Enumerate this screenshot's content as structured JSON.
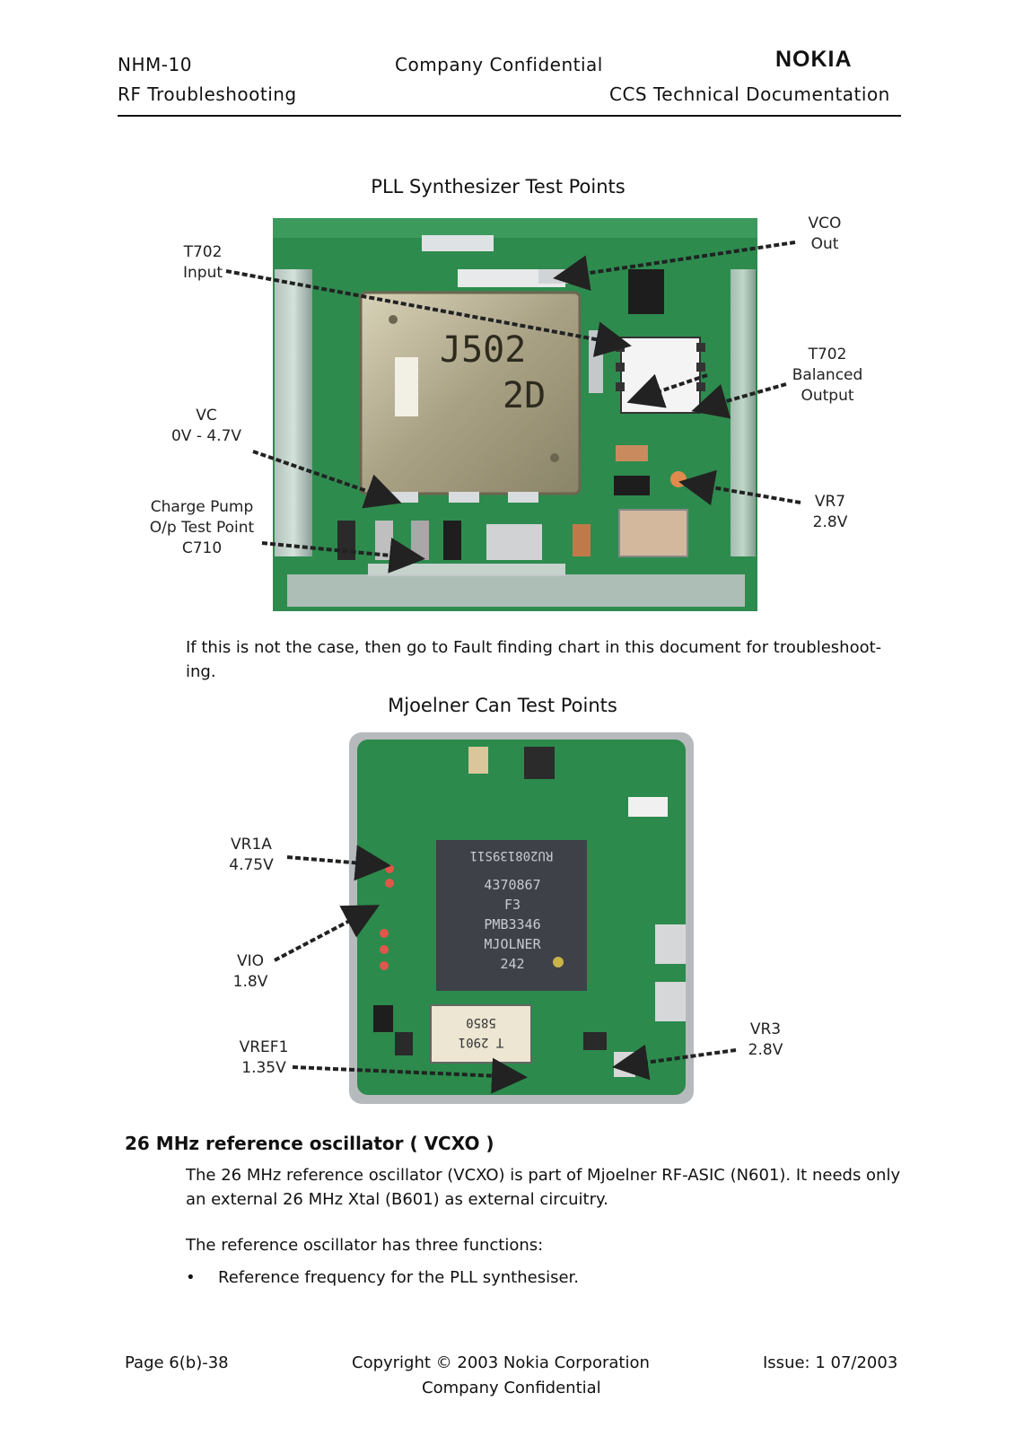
{
  "header": {
    "model": "NHM-10",
    "confidential": "Company Confidential",
    "brand": "NOKIA",
    "section": "RF Troubleshooting",
    "doc_type": "CCS Technical Documentation"
  },
  "figure1": {
    "title": "PLL Synthesizer Test Points",
    "labels": {
      "t702_input": [
        "T702",
        "Input"
      ],
      "vco_out": [
        "VCO",
        "Out"
      ],
      "t702_balanced": [
        "T702",
        "Balanced",
        "Output"
      ],
      "vc": [
        "VC",
        "0V - 4.7V"
      ],
      "charge_pump": [
        "Charge Pump",
        "O/p Test Point",
        "C710"
      ],
      "vr7": [
        "VR7",
        "2.8V"
      ]
    },
    "chip_marking": [
      "J502",
      "2D"
    ]
  },
  "note": "If this is not the case, then go to Fault finding chart in this document for troubleshoot-ing.",
  "figure2": {
    "title": "Mjoelner Can Test Points",
    "labels": {
      "vr1a": [
        "VR1A",
        "4.75V"
      ],
      "vio": [
        "VIO",
        "1.8V"
      ],
      "vref1": [
        "VREF1",
        "1.35V"
      ],
      "vr3": [
        "VR3",
        "2.8V"
      ]
    },
    "chip_marking": [
      "RU208139S11",
      "4370867",
      "F3",
      "PMB3346",
      "MJOLNER",
      "242"
    ],
    "xtal_marking": [
      "T 2901",
      "5850"
    ]
  },
  "section": {
    "heading": "26 MHz reference oscillator ( VCXO )",
    "para1": "The 26 MHz reference oscillator (VCXO) is part of Mjoelner RF-ASIC (N601). It needs only an external 26 MHz Xtal (B601) as external circuitry.",
    "para2": "The reference oscillator has three functions:",
    "bullets": [
      "Reference frequency for  the PLL synthesiser."
    ]
  },
  "footer": {
    "page": "Page 6(b)-38",
    "copyright": "Copyright © 2003 Nokia Corporation",
    "issue": "Issue: 1 07/2003",
    "confidential": "Company Confidential"
  }
}
